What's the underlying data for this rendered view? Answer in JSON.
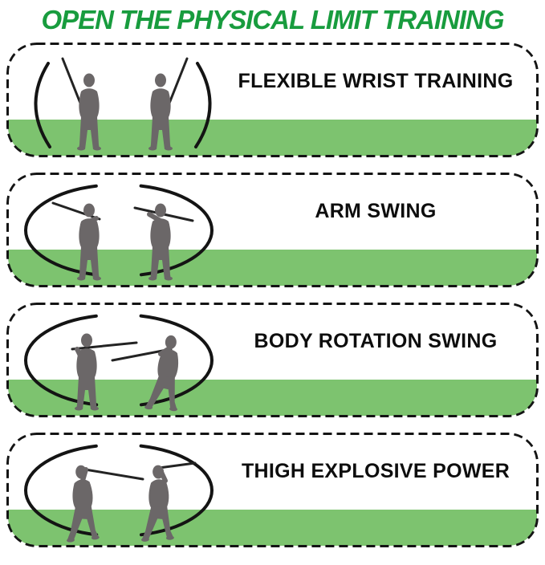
{
  "page": {
    "title": "OPEN THE PHYSICAL LIMIT TRAINING",
    "title_color": "#189c3e",
    "background_color": "#ffffff"
  },
  "style_colors": {
    "panel_green": "#7dc36f",
    "silhouette_gray": "#6b6768",
    "dashed_border_black": "#141414",
    "label_black": "#0d0d0d"
  },
  "panels": [
    {
      "label": "FLEXIBLE WRIST TRAINING",
      "illustration": "two-golfer-silhouettes-clubs-up-with-side-arcs"
    },
    {
      "label": "ARM SWING",
      "illustration": "two-golfer-silhouettes-clubs-on-shoulder-inside-ellipse"
    },
    {
      "label": "BODY ROTATION SWING",
      "illustration": "two-golfer-silhouettes-rotation-swing-inside-ellipse"
    },
    {
      "label": "THIGH EXPLOSIVE POWER",
      "illustration": "two-golfer-silhouettes-full-swing-inside-ellipse"
    }
  ]
}
